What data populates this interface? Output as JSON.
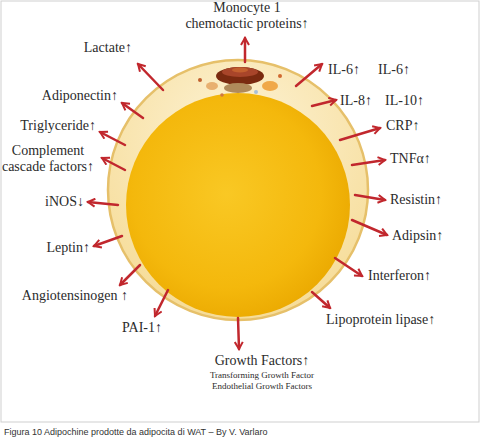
{
  "diagram": {
    "caption": "Figura 10 Adipochine prodotte da adipocita di WAT – By V. Varlaro",
    "labels": [
      "Monocyte 1 chemotactic proteins↑",
      "Lactate↑",
      "Adiponectin↑",
      "IL-6↑",
      "IL-6↑",
      "IL-8↑",
      "IL-10↑",
      "Triglyceride↑",
      "CRP↑",
      "Complement cascade factors↑",
      "TNFα↑",
      "iNOS↓",
      "Resistin↑",
      "Adipsin↑",
      "Leptin↑",
      "Interferon↑",
      "Angiotensinogen ↑",
      "Lipoprotein lipase↑",
      "PAI-1↑",
      "Growth Factors↑",
      "Transforming Growth Factor",
      "Endothelial Growth Factors"
    ]
  }
}
